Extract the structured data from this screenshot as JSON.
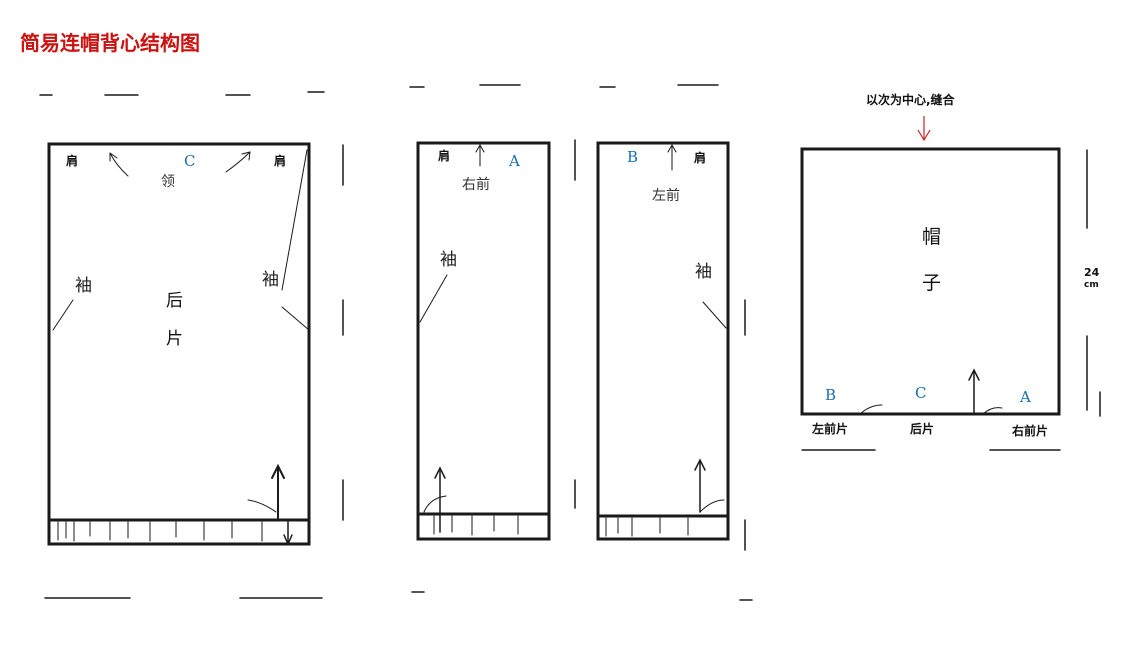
{
  "title": "简易连帽背心结构图",
  "colors": {
    "title": "#cc1111",
    "letters": "#1a6fb0",
    "outline": "#1a1a1a",
    "note_arrow": "#cc2222"
  },
  "back": {
    "shoulder_left": "肩",
    "shoulder_right": "肩",
    "neck_letter": "C",
    "neck_label": "领",
    "sleeve_left": "袖",
    "sleeve_right": "袖",
    "name_1": "后",
    "name_2": "片"
  },
  "right_front": {
    "shoulder": "肩",
    "letter": "A",
    "name": "右前",
    "sleeve": "袖"
  },
  "left_front": {
    "shoulder": "肩",
    "letter": "B",
    "name": "左前",
    "sleeve": "袖"
  },
  "hood": {
    "top_note": "以次为中心,缝合",
    "name_1": "帽",
    "name_2": "子",
    "height_value": "24",
    "height_unit": "cm",
    "letter_b": "B",
    "letter_c": "C",
    "letter_a": "A",
    "bottom_left": "左前片",
    "bottom_mid": "后片",
    "bottom_right": "右前片"
  }
}
